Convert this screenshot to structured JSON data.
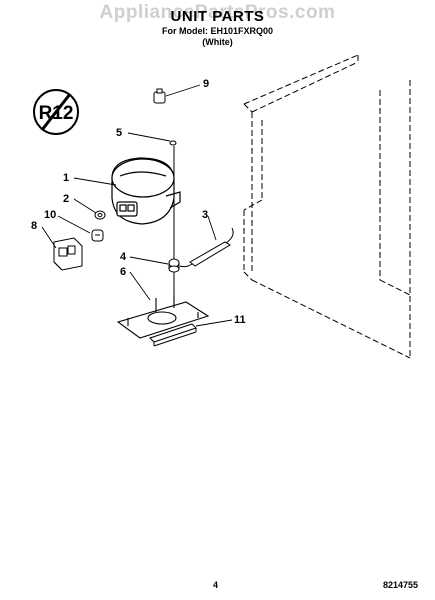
{
  "header": {
    "watermark": "AppliancePartsPros.com",
    "title": "UNIT PARTS",
    "model_line": "For Model: EH101FXRQ00",
    "variant_line": "(White)"
  },
  "refrigerant_badge": {
    "text": "R12"
  },
  "callouts": [
    {
      "id": "1",
      "label": "1"
    },
    {
      "id": "2",
      "label": "2"
    },
    {
      "id": "3",
      "label": "3"
    },
    {
      "id": "4",
      "label": "4"
    },
    {
      "id": "5",
      "label": "5"
    },
    {
      "id": "6",
      "label": "6"
    },
    {
      "id": "8",
      "label": "8"
    },
    {
      "id": "9",
      "label": "9"
    },
    {
      "id": "10",
      "label": "10"
    },
    {
      "id": "11",
      "label": "11"
    }
  ],
  "footer": {
    "page_number": "4",
    "document_number": "8214755"
  }
}
